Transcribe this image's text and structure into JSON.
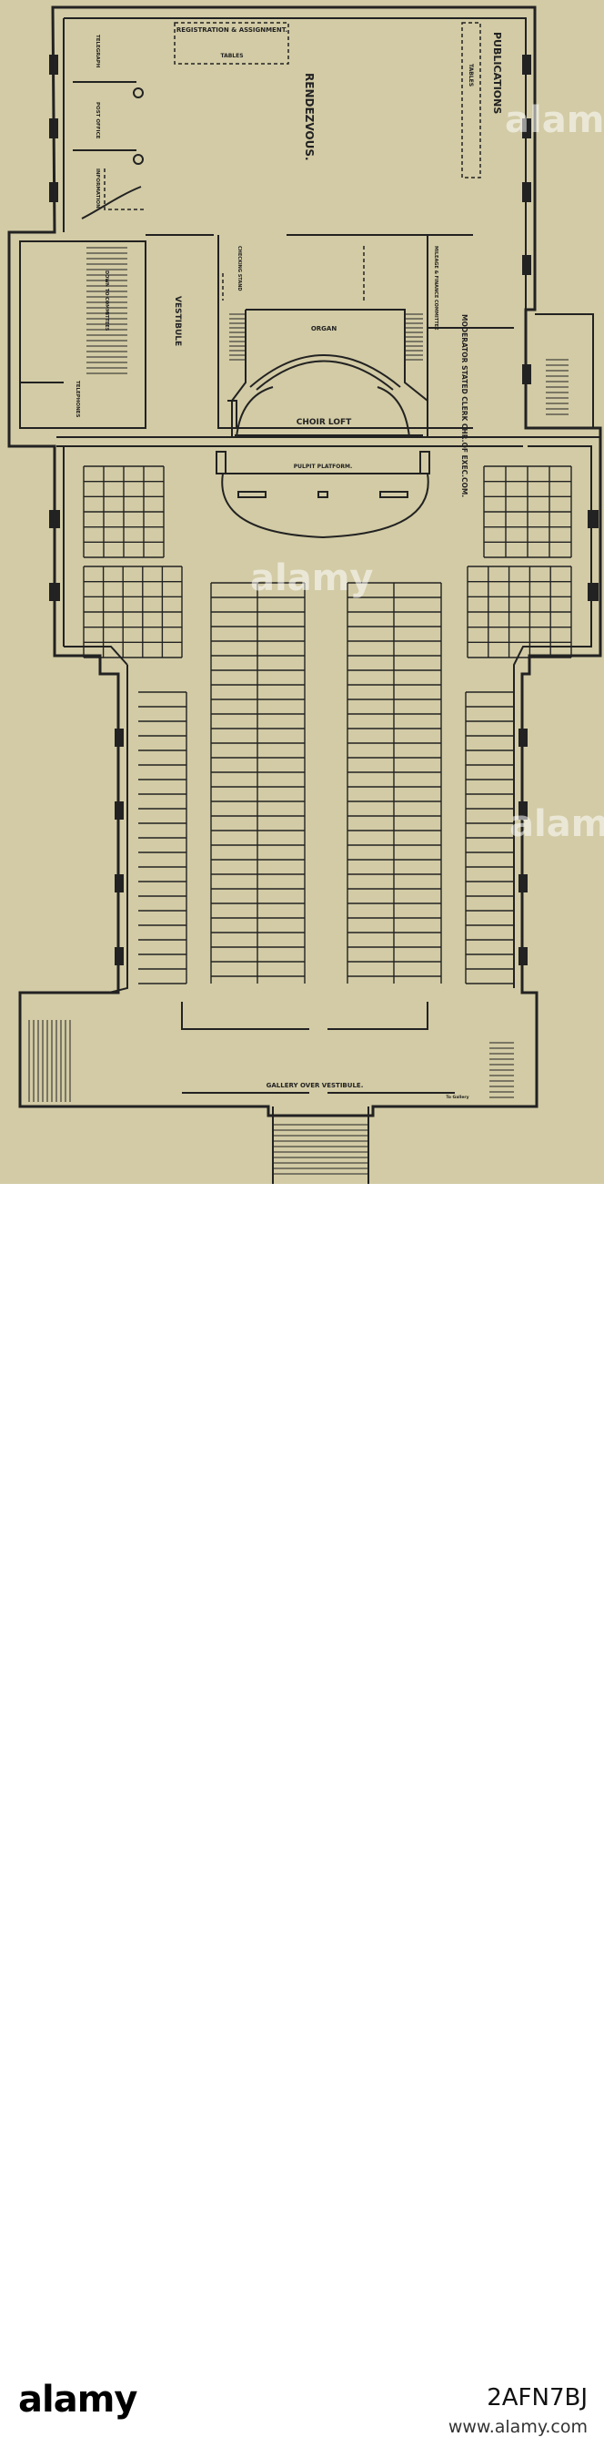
{
  "labels": {
    "registration": "REGISTRATION & ASSIGNMENT.",
    "tables_top": "TABLES",
    "tables_right": "TABLES",
    "publications": "PUBLICATIONS",
    "rendezvous": "RENDEZVOUS.",
    "telegraph": "TELEGRAPH",
    "post_office": "POST OFFICE",
    "information": "INFORMATION",
    "checking_stand": "CHECKING STAND",
    "mileage_finance": "MILEAGE & FINANCE COMMITTEE",
    "vestibule": "VESTIBULE",
    "organ": "ORGAN",
    "moderator": "MODERATOR STATED CLERK CHR.OF EXEC.COM.",
    "choir_loft": "CHOIR LOFT",
    "pulpit_platform": "PULPIT PLATFORM.",
    "telephones": "TELEPHONES",
    "gallery": "GALLERY OVER VESTIBULE.",
    "down_to_committees": "DOWN TO COMMITTEES",
    "to_gallery": "To Gallery"
  },
  "watermark": {
    "logo": "alamy",
    "image_id": "2AFN7BJ",
    "url": "www.alamy.com",
    "faint_text": "alamy"
  },
  "colors": {
    "paper": "#d2cba5",
    "ink": "#222222"
  }
}
